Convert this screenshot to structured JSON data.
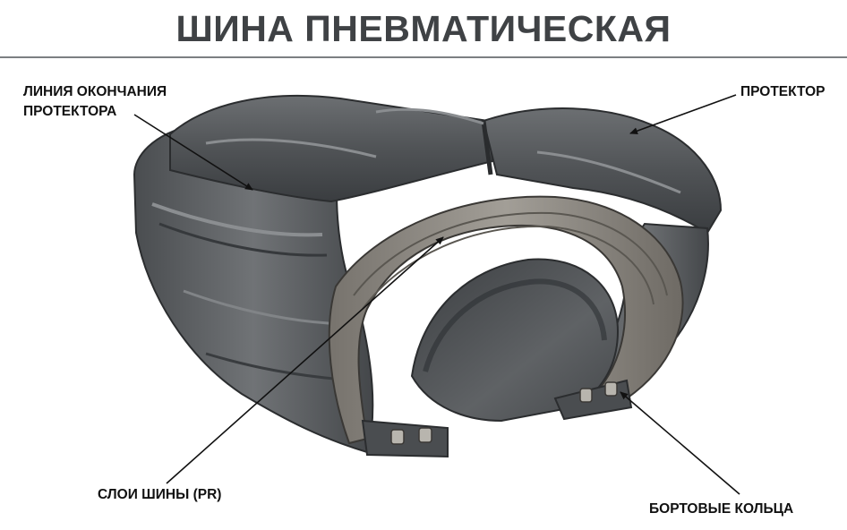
{
  "title": "ШИНА ПНЕВМАТИЧЕСКАЯ",
  "labels": {
    "tread_end_line": [
      "ЛИНИЯ ОКОНЧАНИЯ",
      "ПРОТЕКТОРА"
    ],
    "tread": "ПРОТЕКТОР",
    "plies": "СЛОИ ШИНЫ  (PR)",
    "bead_rings": "БОРТОВЫЕ КОЛЬЦА"
  },
  "colors": {
    "rubber_dark": "#3d4042",
    "rubber_mid": "#55585b",
    "rubber_light": "#74777a",
    "cord": "#8d8a85",
    "title": "#3f4245"
  }
}
